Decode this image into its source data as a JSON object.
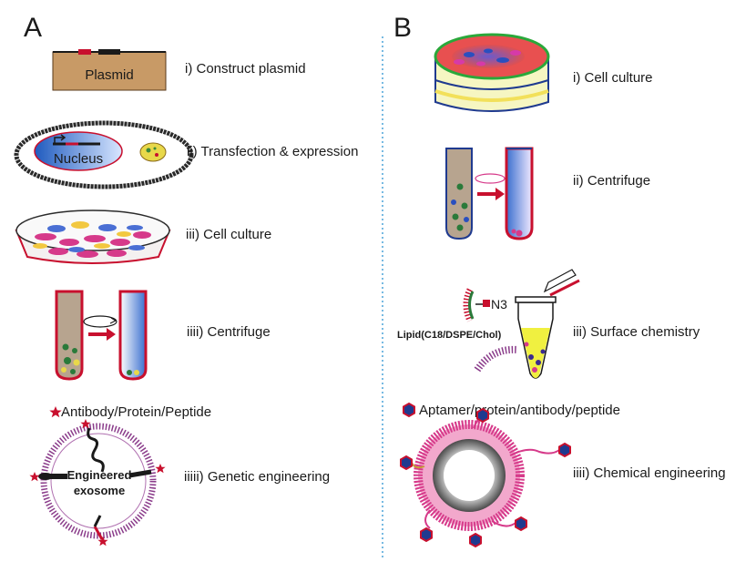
{
  "panels": {
    "a": {
      "letter": "A"
    },
    "b": {
      "letter": "B"
    }
  },
  "left_steps": {
    "s1": "i) Construct plasmid",
    "s2": "ii) Transfection & expression",
    "s3": "iii) Cell culture",
    "s4": "iiii) Centrifuge",
    "s5": "iiiii) Genetic engineering"
  },
  "left_labels": {
    "plasmid": "Plasmid",
    "nucleus": "Nucleus",
    "legend": "Antibody/Protein/Peptide",
    "exosome_line1": "Engineered",
    "exosome_line2": "exosome"
  },
  "right_steps": {
    "s1": "i) Cell culture",
    "s2": "ii) Centrifuge",
    "s3": "iii) Surface chemistry",
    "s4": "iiii) Chemical engineering"
  },
  "right_labels": {
    "azide": "N3",
    "lipid": "Lipid(C18/DSPE/Chol)",
    "legend": "Aptamer/protein/antibody/peptide"
  },
  "colors": {
    "plasmid_fill": "#c89a66",
    "accent_red": "#c8102e",
    "membrane_purple": "#8b3d8b",
    "exosome_magenta": "#d63a8a",
    "tube_blue": "#4a7fd4",
    "dish_green": "#3aa83a",
    "dish_yellow": "#f2f2a0",
    "divider_blue": "#4aa3d8"
  }
}
